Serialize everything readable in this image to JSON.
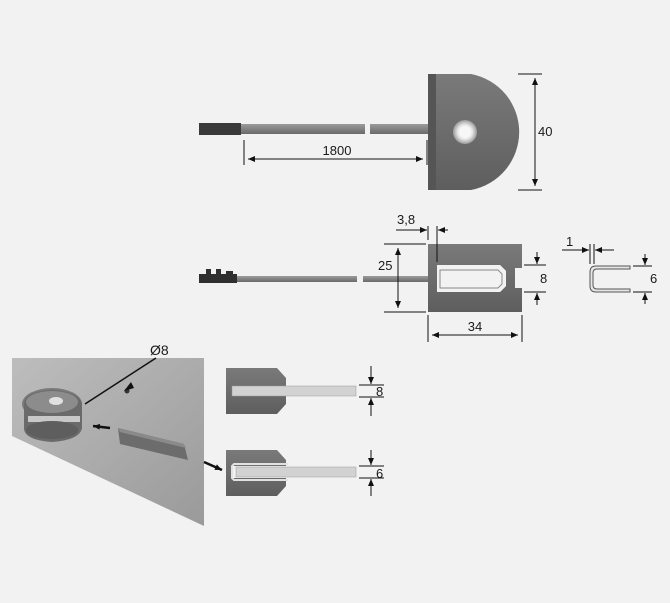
{
  "dimensions": {
    "cable_length": "1800",
    "diameter_height": "40",
    "plate_depth": "3,8",
    "height_25": "25",
    "slot_8": "8",
    "width_34": "34",
    "insert_thickness": "1",
    "insert_height": "6",
    "bolt_diameter": "Ø8",
    "detail_upper": "8",
    "detail_lower": "6"
  },
  "colors": {
    "background": "#f2f2f2",
    "body_dark": "#6f6f6f",
    "body_light": "#9a9a9a",
    "cable": "#8a8a8a",
    "glass": "#a8a8a8",
    "strip": "#c8c8c8",
    "line": "#111111"
  },
  "icons": {
    "arrow": "arrow-icon"
  }
}
